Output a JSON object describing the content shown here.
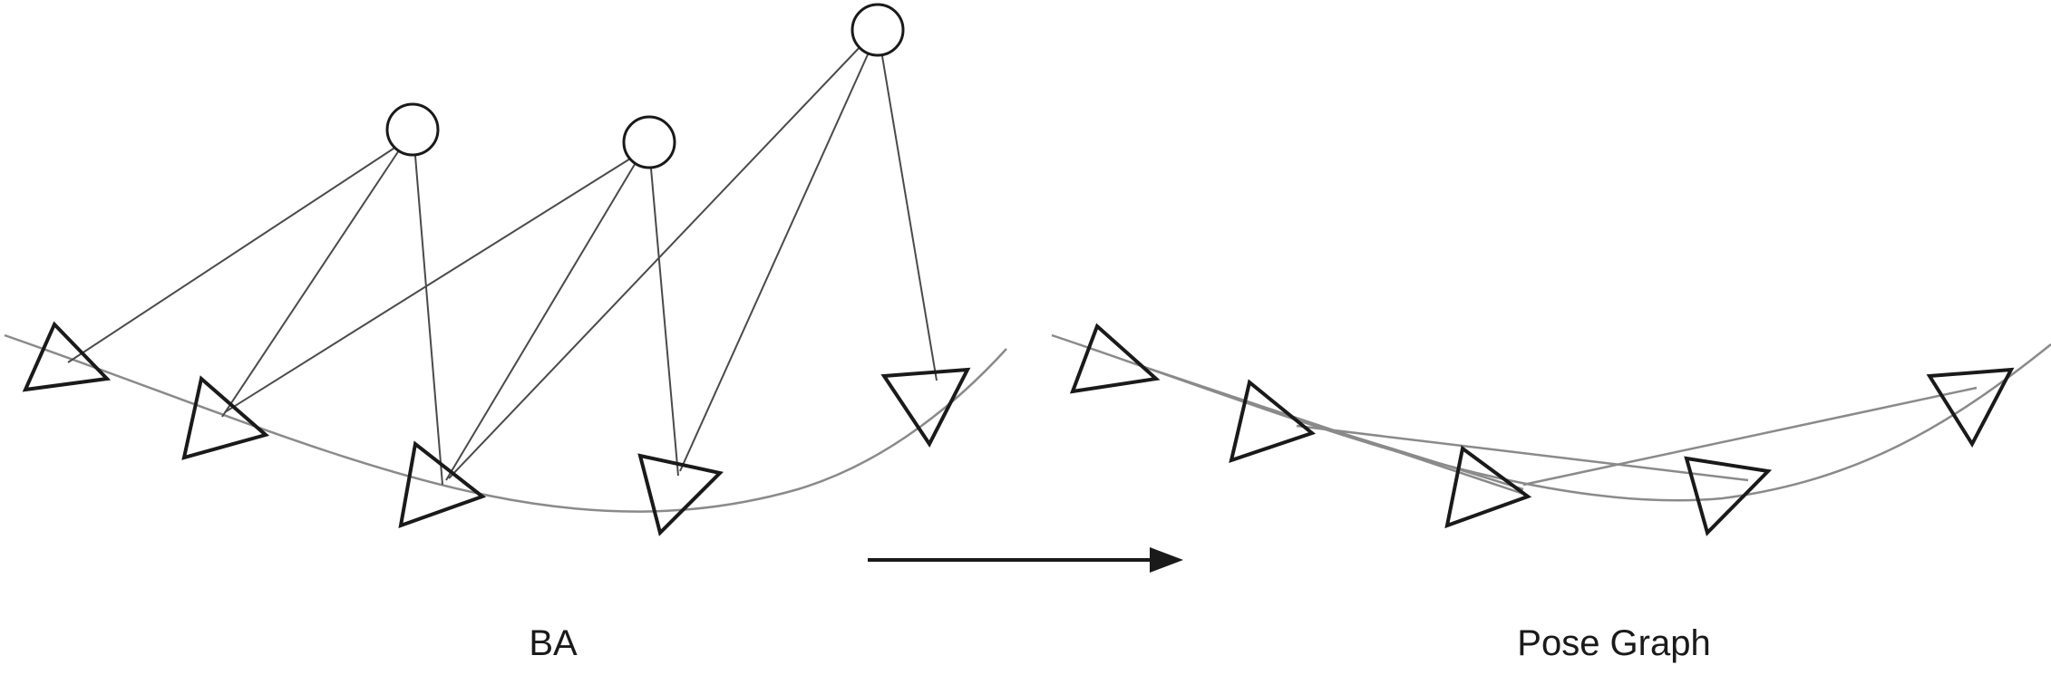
{
  "panels": {
    "left_label": "BA",
    "right_label": "Pose Graph"
  },
  "colors": {
    "stroke": "#1a1a1a",
    "trajectory": "#8a8a8a",
    "observation": "#4a4a4a",
    "background": "#ffffff"
  },
  "graph": {
    "ba": {
      "camera_count": 5,
      "landmark_count": 3,
      "observations": [
        [
          0,
          0
        ],
        [
          1,
          0
        ],
        [
          1,
          1
        ],
        [
          2,
          0
        ],
        [
          2,
          1
        ],
        [
          2,
          2
        ],
        [
          3,
          1
        ],
        [
          3,
          2
        ],
        [
          4,
          2
        ]
      ]
    },
    "pose_graph": {
      "camera_count": 5,
      "edges": [
        [
          0,
          1
        ],
        [
          0,
          2
        ],
        [
          1,
          2
        ],
        [
          1,
          3
        ],
        [
          2,
          3
        ],
        [
          2,
          4
        ],
        [
          3,
          4
        ]
      ]
    }
  }
}
